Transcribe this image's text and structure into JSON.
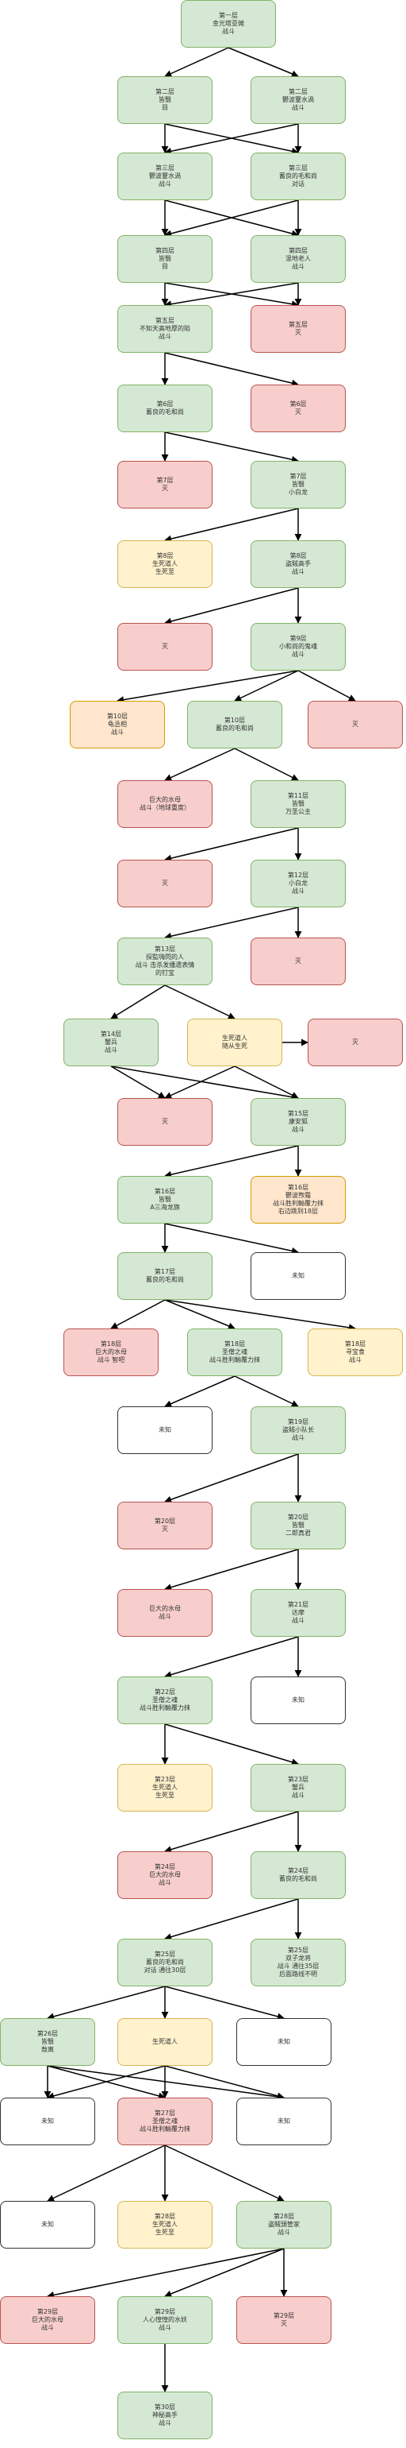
{
  "nodes": {
    "n1": [
      "第一层",
      "金光塔亚傩",
      "战斗"
    ],
    "n2a": [
      "第二层",
      "皆翳",
      "目"
    ],
    "n2b": [
      "第二层",
      "鬱波蹇水渦",
      "战斗"
    ],
    "n3a": [
      "第三层",
      "鬱波蹇水渦",
      "战斗"
    ],
    "n3b": [
      "第三层",
      "蓄良的毛和尚",
      "对话"
    ],
    "n4a": [
      "第四层",
      "皆翳",
      "目"
    ],
    "n4b": [
      "第四层",
      "混地老人",
      "战斗"
    ],
    "n5a": [
      "第五层",
      "不知天高地厚的陷",
      "战斗"
    ],
    "n5b": [
      "第五层",
      "灭"
    ],
    "n6a": [
      "第6层",
      "蓄良的毛和尚"
    ],
    "n6b": [
      "第6层",
      "灭"
    ],
    "n7a": [
      "第7层",
      "灭"
    ],
    "n7b": [
      "第7层",
      "皆翳",
      "小白龙"
    ],
    "n8a": [
      "第8层",
      "生死道人",
      "生死至"
    ],
    "n8b": [
      "第8层",
      "盗賊高手",
      "战斗"
    ],
    "n9a": [
      "灭"
    ],
    "n9b": [
      "第9层",
      "小和尚的鬼魂",
      "战斗"
    ],
    "n9c": [
      "灭"
    ],
    "n10a": [
      "第10层",
      "龟丞相",
      "战斗"
    ],
    "n10b": [
      "第10层",
      "蓄良的毛和尚",
      ""
    ],
    "n11a": [
      "巨大的水母",
      "战斗（地球重度）"
    ],
    "n11b": [
      "第11层",
      "皆翳",
      "万圣公主"
    ],
    "n12a": [
      "灭"
    ],
    "n12b": [
      "第12层",
      "小白龙",
      "战斗"
    ],
    "n13a": [
      "第13层",
      "探監嗨閃的人",
      "战斗 击杀发播遗表情",
      "的钉宝"
    ],
    "n13b": [
      "灭"
    ],
    "n14a": [
      "第14层",
      "蟹兵",
      "战斗"
    ],
    "n14b": [
      "生死道人",
      "随从生死"
    ],
    "n14c": [
      "灭"
    ],
    "n15a": [
      "灭"
    ],
    "n15b": [
      "第15层",
      "康安狐",
      "战斗"
    ],
    "n16a": [
      "第16层",
      "皆翳",
      "A三海龙旗"
    ],
    "n16b": [
      "第16层",
      "鬱波煦霜",
      "战斗胜利輸覆力抹",
      "右边跳到18层"
    ],
    "n17a": [
      "第17层",
      "蓄良的毛和尚"
    ],
    "n17b": [
      "未知"
    ],
    "n18a": [
      "第18层",
      "巨大的水母",
      "战斗 智吧"
    ],
    "n18b": [
      "第18层",
      "圣僧之魂",
      "战斗胜利輸覆力抹"
    ],
    "n18c": [
      "第18层",
      "寻宝食",
      "战斗"
    ],
    "n19a": [
      "未知"
    ],
    "n19b": [
      "第19层",
      "盗賊小队长",
      "战斗"
    ],
    "n20a": [
      "第20层",
      "灭"
    ],
    "n20b": [
      "第20层",
      "皆翳",
      "二郎真君"
    ],
    "n21a": [
      "巨大的水母",
      "战斗"
    ],
    "n21b": [
      "第21层",
      "达摩",
      "战斗"
    ],
    "n22a": [
      "第22层",
      "圣僧之魂",
      "战斗胜利輸覆力抹"
    ],
    "n22b": [
      "未知"
    ],
    "n23a": [
      "第23层",
      "生死道人",
      "生死至"
    ],
    "n23b": [
      "第23层",
      "蟹兵",
      "战斗"
    ],
    "n24a": [
      "第24层",
      "巨大的水母",
      "战斗"
    ],
    "n24b": [
      "第24层",
      "蓄良的毛和尚"
    ],
    "n25a": [
      "第25层",
      "蓄良的毛和尚",
      "对话 通往30层"
    ],
    "n25b": [
      "第25层",
      "双子龙将",
      "战斗 通往35层",
      "后面路线不明"
    ],
    "n26a": [
      "第26层",
      "皆翳",
      "敖离"
    ],
    "n26b": [
      "生死道人"
    ],
    "n26c": [
      "未知"
    ],
    "n27a": [
      "未知"
    ],
    "n27b": [
      "第27层",
      "圣僧之魂",
      "战斗胜利輸覆力抹"
    ],
    "n27c": [
      "未知"
    ],
    "n28a": [
      "未知"
    ],
    "n28b": [
      "第28层",
      "生死道人",
      "生死至"
    ],
    "n28c": [
      "第28层",
      "盗賊頭管家",
      "战斗"
    ],
    "n29a": [
      "第29层",
      "巨大的水母",
      "战斗"
    ],
    "n29b": [
      "第29层",
      "人心惶惶的水妖",
      "战斗"
    ],
    "n29c": [
      "第29层",
      "灭"
    ],
    "n30": [
      "第30层",
      "神秘高手",
      "战斗"
    ]
  }
}
